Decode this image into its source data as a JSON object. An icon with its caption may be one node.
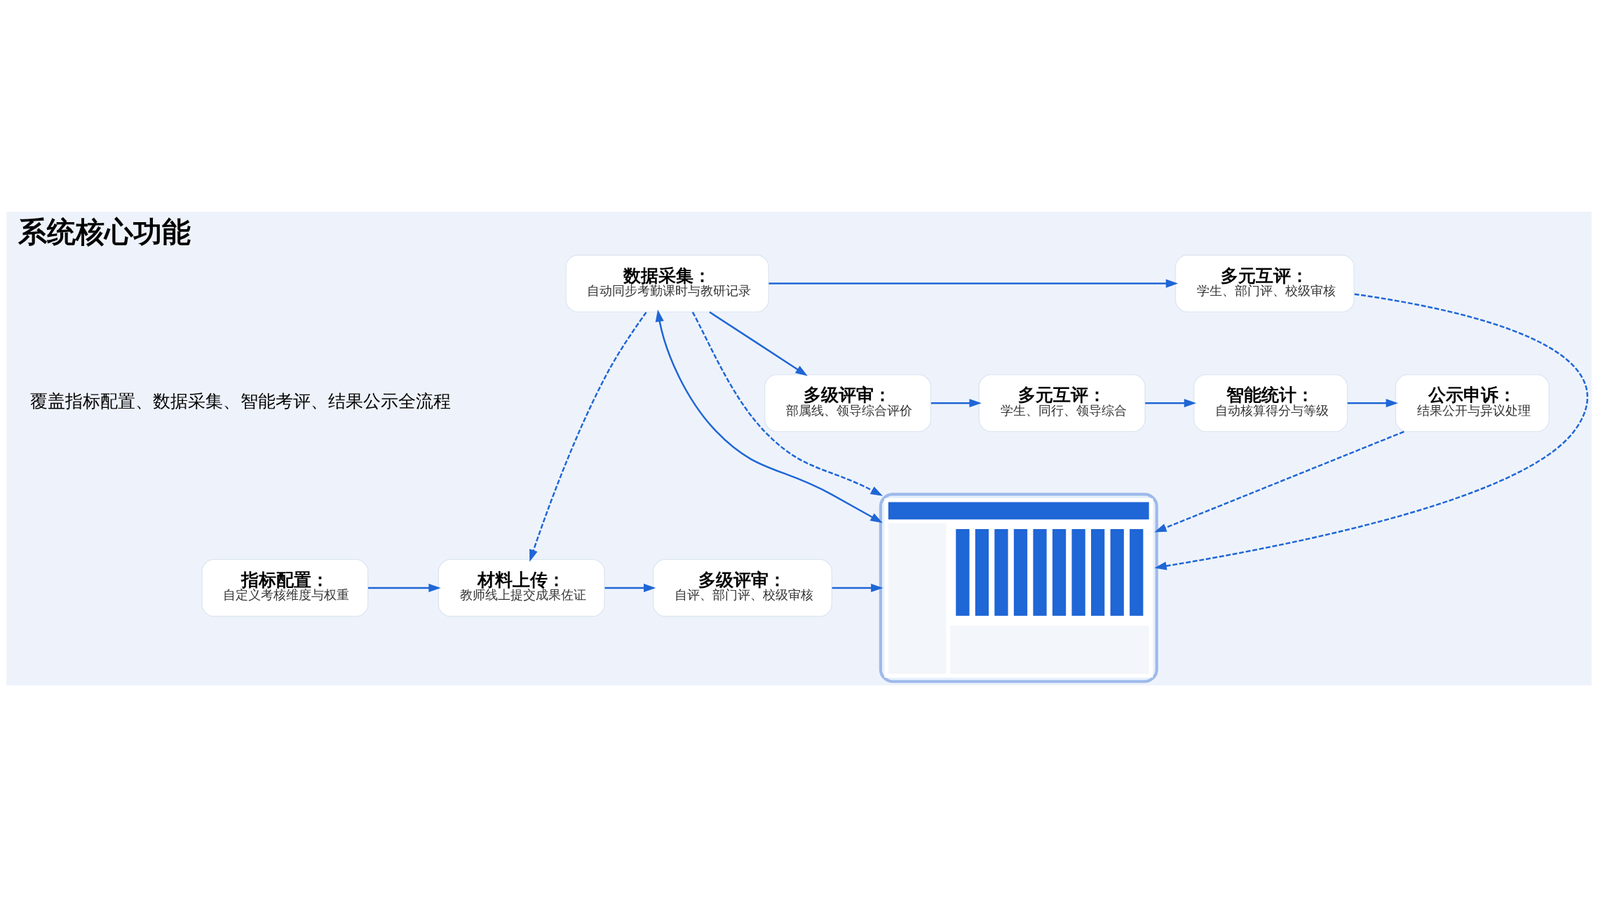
{
  "diagram": {
    "title": "系统核心功能",
    "nodes": [
      {
        "text": [
          "指标配置：",
          "自定义考核维度与权重"
        ]
      },
      {
        "text": [
          "材料上传：",
          "教师线上提交成果佐证"
        ]
      },
      {
        "text": [
          "多级评审：",
          "自评、部门评、校级审核"
        ]
      },
      {
        "text": [],
        "shape": "picture"
      },
      {
        "text": [
          "数据采集：",
          "自动同步考勤课时与教研记录"
        ]
      },
      {
        "text": [
          "多元互评：",
          "学生、部门评、校级审核"
        ]
      },
      {
        "text": [
          "多级评审：",
          "部属线、领导综合评价"
        ]
      },
      {
        "text": [
          "多元互评：",
          "学生、同行、领导综合"
        ]
      },
      {
        "text": [
          "智能统计：",
          "自动核算得分与等级"
        ]
      },
      {
        "text": [
          "公示申诉：",
          "结果公开与异议处理"
        ]
      }
    ],
    "edges": [
      {
        "from": 0,
        "to": 1,
        "arrow": "to"
      },
      {
        "from": 1,
        "to": 2,
        "arrow": "to"
      },
      {
        "from": 2,
        "to": 3,
        "arrow": "to"
      },
      {
        "from": 4,
        "to": 3,
        "arrow": "both"
      },
      {
        "from": 4,
        "to": 5,
        "arrow": "to"
      },
      {
        "from": 4,
        "to": 1,
        "arrow": "to",
        "style": "dashed"
      },
      {
        "from": 4,
        "to": 6,
        "arrow": "to"
      },
      {
        "from": 4,
        "to": 3,
        "arrow": "to",
        "style": "dashed"
      },
      {
        "from": 5,
        "to": 3,
        "arrow": "to",
        "style": "dashed"
      },
      {
        "from": 9,
        "to": 3,
        "arrow": "to",
        "style": "dashed"
      },
      {
        "from": 6,
        "to": 7,
        "arrow": "to"
      },
      {
        "from": 7,
        "to": 8,
        "arrow": "to"
      },
      {
        "from": 8,
        "to": 9,
        "arrow": "to"
      }
    ],
    "labels": [
      "覆盖指标配置、数据采集、智能考评、结果公示全流程"
    ]
  }
}
